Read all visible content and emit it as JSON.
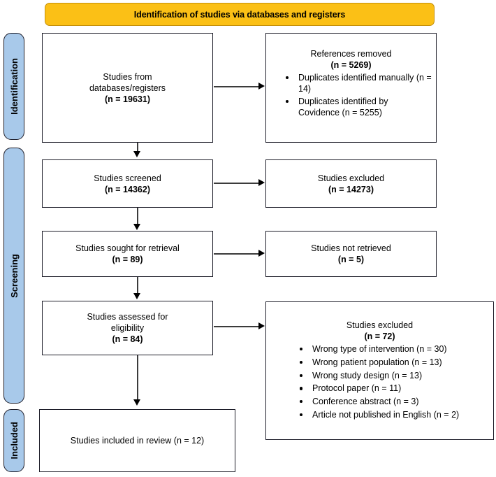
{
  "diagram": {
    "type": "prisma-flow-diagram",
    "banner": {
      "label": "Identification of studies via databases and registers",
      "color": "#FBC016"
    },
    "rails": [
      {
        "label": "Identification",
        "color": "#A8C9EA"
      },
      {
        "label": "Screening",
        "color": "#A8C9EA"
      },
      {
        "label": "Included",
        "color": "#A8C9EA"
      }
    ],
    "boxes": {
      "identification_source": {
        "line1": "Studies from",
        "line2": "databases/registers",
        "count": "(n = 19631)"
      },
      "references_removed": {
        "title": "References removed",
        "count": "(n = 5269)",
        "bullets": [
          "Duplicates identified manually (n = 14)",
          "Duplicates identified by Covidence (n = 5255)"
        ]
      },
      "studies_screened": {
        "title": "Studies screened",
        "count": "(n = 14362)"
      },
      "studies_excluded_screening": {
        "title": "Studies excluded",
        "count": "(n = 14273)"
      },
      "studies_sought": {
        "title": "Studies sought for retrieval",
        "count": "(n = 89)"
      },
      "studies_not_retrieved": {
        "title": "Studies not retrieved",
        "count": "(n = 5)"
      },
      "studies_assessed": {
        "line1": "Studies assessed for",
        "line2": "eligibility",
        "count": "(n = 84)"
      },
      "studies_excluded_eligibility": {
        "title": "Studies excluded",
        "count": "(n = 72)",
        "bullets": [
          "Wrong type of intervention (n = 30)",
          "Wrong patient population (n = 13)",
          "Wrong study design (n = 13)",
          "Protocol paper (n = 11)",
          "Conference abstract (n = 3)",
          "Article not published in English (n = 2)"
        ]
      },
      "studies_included": {
        "text_plain": "Studies included in review ",
        "count": "(n = 12)"
      }
    }
  }
}
